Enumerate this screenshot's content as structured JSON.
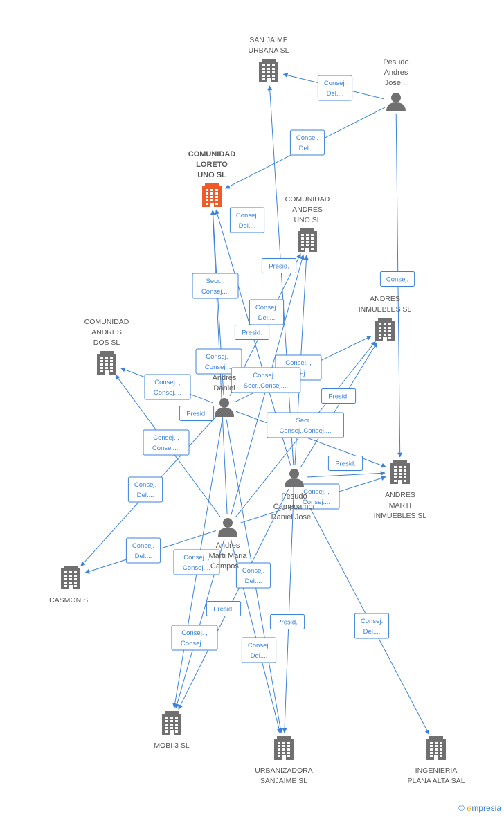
{
  "colors": {
    "edge": "#3b82d9",
    "node": "#707070",
    "highlight": "#f05a28"
  },
  "companies": [
    {
      "id": "sanjaime",
      "lines": [
        "SAN JAIME",
        "URBANA SL"
      ],
      "label_pos": "above",
      "icon": "building-icon"
    },
    {
      "id": "loreto",
      "lines": [
        "COMUNIDAD",
        "LORETO",
        "UNO SL"
      ],
      "label_pos": "above",
      "highlight": true,
      "icon": "building-icon"
    },
    {
      "id": "cauno",
      "lines": [
        "COMUNIDAD",
        "ANDRES",
        "UNO SL"
      ],
      "label_pos": "above",
      "icon": "building-icon"
    },
    {
      "id": "ainm",
      "lines": [
        "ANDRES",
        "INMUEBLES SL"
      ],
      "label_pos": "above",
      "icon": "building-icon"
    },
    {
      "id": "cados",
      "lines": [
        "COMUNIDAD",
        "ANDRES",
        "DOS SL"
      ],
      "label_pos": "above",
      "icon": "building-icon"
    },
    {
      "id": "amarti",
      "lines": [
        "ANDRES",
        "MARTI",
        "INMUEBLES SL"
      ],
      "label_pos": "below",
      "icon": "building-icon"
    },
    {
      "id": "casmon",
      "lines": [
        "CASMON SL"
      ],
      "label_pos": "below",
      "icon": "building-icon"
    },
    {
      "id": "mobi3",
      "lines": [
        "MOBI 3 SL"
      ],
      "label_pos": "below",
      "icon": "building-icon"
    },
    {
      "id": "urbsj",
      "lines": [
        "URBANIZADORA",
        "SANJAIME SL"
      ],
      "label_pos": "below",
      "icon": "building-icon"
    },
    {
      "id": "ingen",
      "lines": [
        "INGENIERIA",
        "PLANA ALTA SAL"
      ],
      "label_pos": "below",
      "icon": "building-icon"
    }
  ],
  "persons": [
    {
      "id": "pesudo",
      "lines": [
        "Pesudo",
        "Andres",
        "Jose..."
      ],
      "label_pos": "above",
      "icon": "person-icon"
    },
    {
      "id": "andresdaniel",
      "lines": [
        "Andres",
        "Daniel"
      ],
      "label_pos": "above",
      "icon": "person-icon"
    },
    {
      "id": "pesudocamp",
      "lines": [
        "Pesudo",
        "Campoamor",
        "Daniel Jose..."
      ],
      "label_pos": "below",
      "icon": "person-icon"
    },
    {
      "id": "andresmaria",
      "lines": [
        "Andres",
        "Marti Maria",
        "Campos..."
      ],
      "label_pos": "below",
      "icon": "person-icon"
    }
  ],
  "edges": [
    {
      "from": "pesudo",
      "to": "sanjaime",
      "lines": [
        "Consej.",
        "Del...."
      ]
    },
    {
      "from": "pesudo",
      "to": "loreto",
      "lines": [
        "Consej.",
        "Del...."
      ]
    },
    {
      "from": "pesudo",
      "to": "amarti",
      "lines": [
        "Consej."
      ]
    },
    {
      "from": "andresdaniel",
      "to": "loreto",
      "lines": [
        "Secr. ,",
        "Consej...."
      ]
    },
    {
      "from": "andresdaniel",
      "to": "cados",
      "lines": [
        "Consej. ,",
        "Consej...."
      ]
    },
    {
      "from": "andresdaniel",
      "to": "casmon",
      "lines": [
        "Consej.",
        "Del...."
      ]
    },
    {
      "from": "andresdaniel",
      "to": "amarti",
      "lines": [
        "Secr. ,",
        "Consej.,Consej...."
      ]
    },
    {
      "from": "andresdaniel",
      "to": "mobi3",
      "lines": [
        "Consej. ,",
        "Consej...."
      ]
    },
    {
      "from": "andresdaniel",
      "to": "urbsj",
      "lines": [
        "Consej.",
        "Del...."
      ]
    },
    {
      "from": "pesudocamp",
      "to": "sanjaime",
      "lines": [
        "Consej.",
        "Del...."
      ]
    },
    {
      "from": "pesudocamp",
      "to": "loreto",
      "lines": [
        "Presid."
      ]
    },
    {
      "from": "pesudocamp",
      "to": "cauno",
      "lines": [
        "Presid."
      ]
    },
    {
      "from": "pesudocamp",
      "to": "ainm",
      "lines": [
        "Presid."
      ]
    },
    {
      "from": "pesudocamp",
      "to": "amarti",
      "lines": [
        "Presid."
      ]
    },
    {
      "from": "pesudocamp",
      "to": "urbsj",
      "lines": [
        "Presid."
      ]
    },
    {
      "from": "pesudocamp",
      "to": "ingen",
      "lines": [
        "Consej.",
        "Del...."
      ]
    },
    {
      "from": "pesudocamp",
      "to": "mobi3",
      "lines": [
        "Presid."
      ]
    },
    {
      "from": "andresmaria",
      "to": "loreto",
      "lines": [
        "Consej. ,",
        "Consej...."
      ]
    },
    {
      "from": "andresmaria",
      "to": "cados",
      "lines": [
        "Consej. ,",
        "Consej...."
      ]
    },
    {
      "from": "andresmaria",
      "to": "casmon",
      "lines": [
        "Consej.",
        "Del...."
      ]
    },
    {
      "from": "andresmaria",
      "to": "cauno",
      "lines": [
        "Consej.",
        "Del...."
      ]
    },
    {
      "from": "andresmaria",
      "to": "ainm",
      "lines": [
        "Presid."
      ]
    },
    {
      "from": "andresmaria",
      "to": "amarti",
      "lines": [
        "Consej. ,",
        "Consej...."
      ]
    },
    {
      "from": "andresmaria",
      "to": "mobi3",
      "lines": [
        "Consej. ,",
        "Consej...."
      ]
    },
    {
      "from": "andresmaria",
      "to": "urbsj",
      "lines": [
        "Consej.",
        "Del...."
      ]
    },
    {
      "from": "andresdaniel",
      "to": "ainm",
      "lines": [
        "Consej. ,",
        "Consej...."
      ]
    },
    {
      "from": "andresdaniel",
      "to": "cauno",
      "lines": [
        "Consej. ,",
        "Secr.,Consej...."
      ]
    }
  ],
  "watermark": {
    "symbol": "©",
    "brand_initial": "e",
    "brand_rest": "mpresia"
  }
}
